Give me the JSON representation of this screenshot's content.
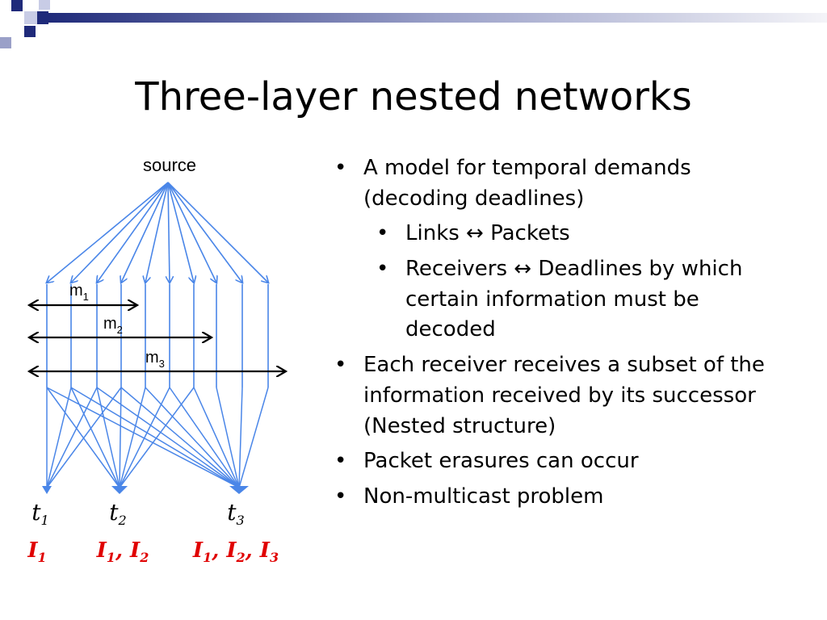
{
  "slide": {
    "title": "Three-layer nested networks"
  },
  "diagram": {
    "source_label": "source",
    "messages": [
      {
        "base": "m",
        "sub": "1"
      },
      {
        "base": "m",
        "sub": "2"
      },
      {
        "base": "m",
        "sub": "3"
      }
    ],
    "receivers": [
      {
        "base": "t",
        "sub": "1"
      },
      {
        "base": "t",
        "sub": "2"
      },
      {
        "base": "t",
        "sub": "3"
      }
    ],
    "info_sets": [
      {
        "parts": [
          "1"
        ]
      },
      {
        "parts": [
          "1",
          "2"
        ]
      },
      {
        "parts": [
          "1",
          "2",
          "3"
        ]
      }
    ],
    "info_letter": "I",
    "colors": {
      "link": "#4a86e8",
      "arrow": "#000000",
      "info": "#e00000"
    }
  },
  "bullets": [
    {
      "text": "A model for temporal demands (decoding deadlines)",
      "level": 1
    },
    {
      "text": "Links ↔ Packets",
      "level": 2
    },
    {
      "text": "Receivers ↔ Deadlines by which certain information must be decoded",
      "level": 2
    },
    {
      "text": "Each receiver receives a subset of the information received by its successor (Nested structure)",
      "level": 1
    },
    {
      "text": "Packet erasures can occur",
      "level": 1
    },
    {
      "text": "Non-multicast problem",
      "level": 1
    }
  ]
}
